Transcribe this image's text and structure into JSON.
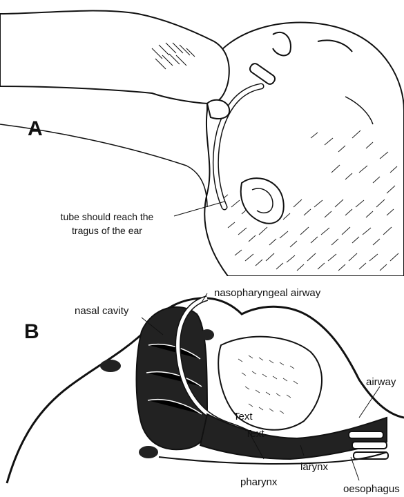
{
  "panel_a": {
    "letter": "A",
    "annotation_line1": "tube should reach the",
    "annotation_line2": "tragus of the ear"
  },
  "panel_b": {
    "letter": "B",
    "labels": {
      "nasopharyngeal_airway": "nasopharyngeal airway",
      "nasal_cavity": "nasal cavity",
      "airway": "airway",
      "text_1": "Text",
      "text_2": "Text",
      "pharynx": "pharynx",
      "larynx": "larynx",
      "oesophagus": "oesophagus"
    }
  }
}
